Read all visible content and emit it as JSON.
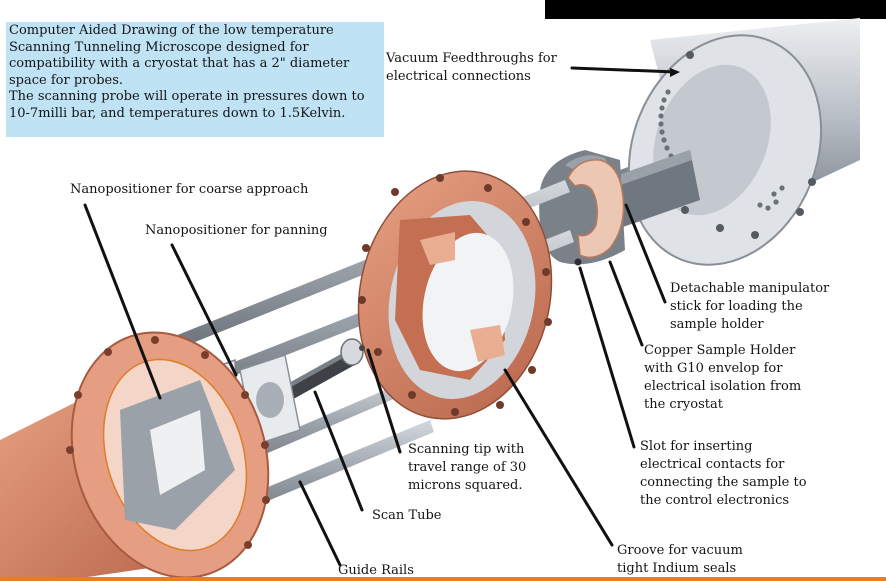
{
  "intro": {
    "lines": [
      "Computer Aided Drawing of the low temperature",
      "Scanning Tunneling Microscope designed for",
      "compatibility with a cryostat that has a 2\" diameter",
      "space for probes.",
      "The scanning probe will operate in pressures down to",
      "10-7milli bar, and temperatures down to 1.5Kelvin."
    ]
  },
  "labels": {
    "feedthroughs": [
      "Vacuum Feedthroughs for",
      "electrical connections"
    ],
    "coarse": "Nanopositioner for coarse approach",
    "panning": "Nanopositioner for panning",
    "manipulator": [
      "Detachable manipulator",
      "stick for loading the",
      "sample holder"
    ],
    "copper": [
      "Copper Sample Holder",
      "with G10 envelop for",
      "electrical isolation from",
      "the cryostat"
    ],
    "tip": [
      "Scanning tip with",
      "travel range of 30",
      "microns squared."
    ],
    "slot": [
      "Slot for inserting",
      "electrical contacts for",
      "connecting the sample to",
      "the control electronics"
    ],
    "scantube": "Scan Tube",
    "groove": [
      "Groove for vacuum",
      "tight Indium seals"
    ],
    "rails": "Guide Rails"
  },
  "colors": {
    "copper": "#d9866a",
    "copper_light": "#f0b49c",
    "steel": "#8a9098",
    "steel_light": "#cfd4da",
    "info_box": "#bfe3f5"
  }
}
